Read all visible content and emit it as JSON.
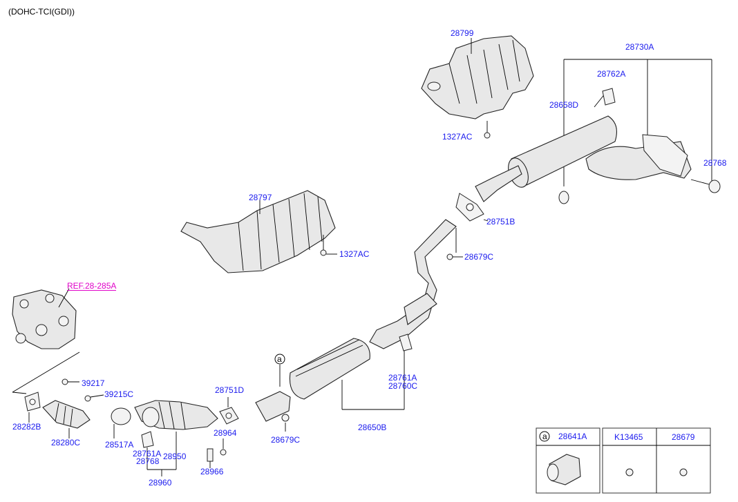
{
  "header": {
    "engine": "(DOHC-TCI(GDI))"
  },
  "reference": {
    "text": "REF.28-285A",
    "color": "#e000c8"
  },
  "label_color": "#1a1aee",
  "callouts": {
    "p28799": "28799",
    "p1327AC_top": "1327AC",
    "p28730A": "28730A",
    "p28762A": "28762A",
    "p28658D": "28658D",
    "p28768_right": "28768",
    "p28797": "28797",
    "p1327AC_mid": "1327AC",
    "p28751B": "28751B",
    "p28679C_right": "28679C",
    "pA_circle": "a",
    "p28761A_right": "28761A",
    "p28760C": "28760C",
    "p28751D": "28751D",
    "p39217": "39217",
    "p39215C": "39215C",
    "p28282B": "28282B",
    "p28280C": "28280C",
    "p28517A": "28517A",
    "p28761A_left": "28761A",
    "p28768_left": "28768",
    "p28950": "28950",
    "p28960": "28960",
    "p28964": "28964",
    "p28966": "28966",
    "p28679C_left": "28679C",
    "p28650B": "28650B"
  },
  "legend_table": {
    "cell_a": {
      "marker": "a",
      "part": "28641A"
    },
    "cell_b": {
      "part": "K13465"
    },
    "cell_c": {
      "part": "28679"
    }
  }
}
